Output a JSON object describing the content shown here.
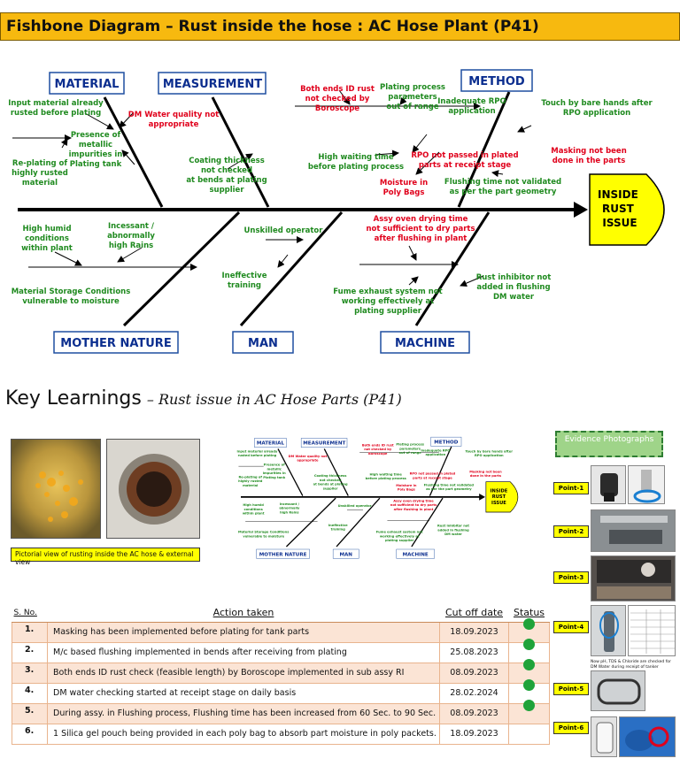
{
  "header": {
    "title": "Fishbone Diagram – Rust inside the hose : AC Hose Plant (P41)"
  },
  "fishbone": {
    "categories": {
      "material": "MATERIAL",
      "measurement": "MEASUREMENT",
      "method": "METHOD",
      "mother_nature": "MOTHER NATURE",
      "man": "MAN",
      "machine": "MACHINE"
    },
    "head": [
      "INSIDE",
      "RUST",
      "ISSUE"
    ],
    "causes": {
      "input_material": [
        "Input material already",
        "rusted before plating"
      ],
      "dm_water": [
        "DM Water quality not",
        "appropriate"
      ],
      "presence": [
        "Presence of",
        "metallic",
        "impurities in",
        "Plating tank"
      ],
      "replating": [
        "Re-plating of",
        "highly rusted",
        "material"
      ],
      "coating": [
        "Coating thickness",
        "not checked",
        "at bends at plating",
        "supplier"
      ],
      "both_ends": [
        "Both ends ID rust",
        "not checked by",
        "Boroscope"
      ],
      "plating_params": [
        "Plating process",
        "parameters",
        "out of range"
      ],
      "rpo_inadequate": [
        "Inadequate RPO",
        "application"
      ],
      "touch": [
        "Touch by bare hands after",
        "RPO application"
      ],
      "waiting": [
        "High waiting time",
        "before plating process"
      ],
      "rpo_not_passed": [
        "RPO not passed in plated",
        "parts at receipt stage"
      ],
      "masking": [
        "Masking not been",
        "done in the parts"
      ],
      "moisture": [
        "Moisture in",
        "Poly Bags"
      ],
      "flushing": [
        "Flushing time not validated",
        "as per the part geometry"
      ],
      "humid": [
        "High humid",
        "conditions",
        "within plant"
      ],
      "rains": [
        "Incessant /",
        "abnormally",
        "high Rains"
      ],
      "storage": [
        "Material Storage Conditions",
        "vulnerable to moisture"
      ],
      "unskilled": [
        "Unskilled operator"
      ],
      "training": [
        "Ineffective",
        "training"
      ],
      "oven": [
        "Assy oven drying time",
        "not sufficient to dry parts",
        "after flushing in plant"
      ],
      "fume": [
        "Fume exhaust system not",
        "working effectively at",
        "plating supplier"
      ],
      "inhibitor": [
        "Rust inhibitor not",
        "added in flushing",
        "DM water"
      ]
    }
  },
  "key_learnings": {
    "title": "Key Learnings",
    "subtitle": "– Rust issue in AC Hose Parts (P41)"
  },
  "pictorial_caption": "Pictorial view of rusting inside the AC hose & external view",
  "evidence": {
    "title": "Evidence Photographs",
    "points": [
      "Point-1",
      "Point-2",
      "Point-3",
      "Point-4",
      "Point-5",
      "Point-6"
    ],
    "note": "Now pH, TDS & Chloride are checked for DM Water during receipt of tanker"
  },
  "table": {
    "headers": {
      "sno": "S. No.",
      "action": "Action taken",
      "date": "Cut off date",
      "status": "Status"
    },
    "rows": [
      {
        "n": "1.",
        "action": "Masking has been implemented before plating for tank parts",
        "date": "18.09.2023",
        "done": true
      },
      {
        "n": "2.",
        "action": "M/c based flushing implemented  in bends after receiving from plating",
        "date": "25.08.2023",
        "done": true
      },
      {
        "n": "3.",
        "action": "Both ends ID rust check (feasible length) by Boroscope implemented in sub assy RI",
        "date": "08.09.2023",
        "done": true
      },
      {
        "n": "4.",
        "action": "DM water checking started at receipt stage on daily basis",
        "date": "28.02.2024",
        "done": true
      },
      {
        "n": "5.",
        "action": "During assy. in Flushing process, Flushing time has been increased from 60 Sec. to 90 Sec.",
        "date": "08.09.2023",
        "done": true
      },
      {
        "n": "6.",
        "action": "1 Silica gel pouch being provided in each poly bag to absorb part moisture in poly packets.",
        "date": "18.09.2023",
        "done": false
      }
    ]
  },
  "colors": {
    "banner": "#f7b90f",
    "green_text": "#1f8a1f",
    "red_text": "#e0001b",
    "category_text": "#0b2e8f",
    "head_fill": "#ffff00",
    "status_dot": "#1fa33a"
  }
}
